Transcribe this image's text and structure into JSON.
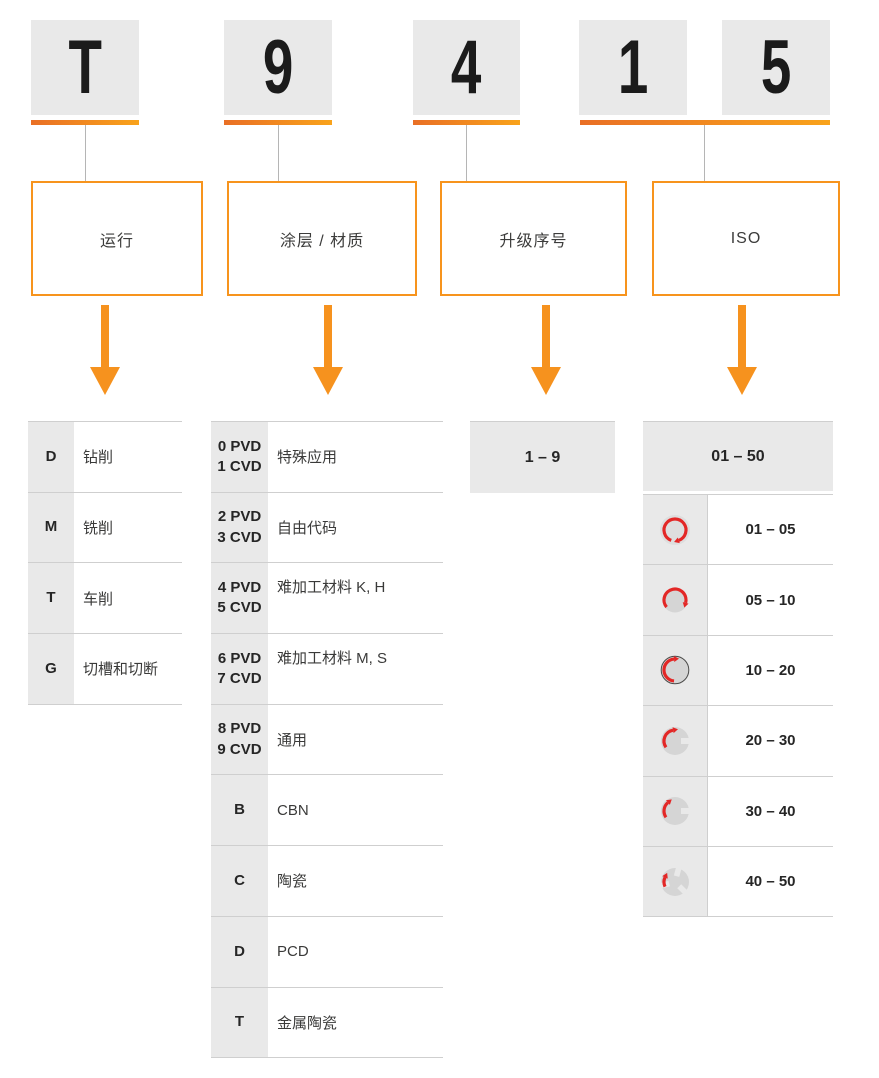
{
  "colors": {
    "accent_orange": "#f7941d",
    "bar_gradient_left": "#e96f25",
    "bar_gradient_right": "#f9a31b",
    "cell_gray": "#e9e9e9",
    "divider_gray": "#cfcfcf",
    "icon_red": "#e32726",
    "text_dark": "#262626"
  },
  "code_letters": [
    "T",
    "9",
    "4",
    "1",
    "5"
  ],
  "columns": [
    {
      "label": "运行",
      "rows": [
        {
          "key": "D",
          "value": "钻削"
        },
        {
          "key": "M",
          "value": "铣削"
        },
        {
          "key": "T",
          "value": "车削"
        },
        {
          "key": "G",
          "value": "切槽和切断"
        }
      ]
    },
    {
      "label": "涂层 / 材质",
      "rows": [
        {
          "key": "0 PVD\n1 CVD",
          "value": "特殊应用"
        },
        {
          "key": "2 PVD\n3 CVD",
          "value": "自由代码"
        },
        {
          "key": "4 PVD\n5 CVD",
          "value": "难加工材料 K, H"
        },
        {
          "key": "6 PVD\n7 CVD",
          "value": "难加工材料 M, S"
        },
        {
          "key": "8 PVD\n9 CVD",
          "value": "通用"
        },
        {
          "key": "B",
          "value": "CBN"
        },
        {
          "key": "C",
          "value": "陶瓷"
        },
        {
          "key": "D",
          "value": "PCD"
        },
        {
          "key": "T",
          "value": "金属陶瓷"
        }
      ]
    },
    {
      "label": "升级序号",
      "range": "1 – 9"
    },
    {
      "label": "ISO",
      "header": "01 – 50",
      "rows": [
        {
          "icon": "rotation-full-circle-icon",
          "value": "01 – 05"
        },
        {
          "icon": "rotation-three-quarter-icon",
          "value": "05 – 10"
        },
        {
          "icon": "rotation-half-outlined-icon",
          "value": "10 – 20"
        },
        {
          "icon": "rotation-quarter-notched-icon",
          "value": "20 – 30"
        },
        {
          "icon": "rotation-eighth-notched-icon",
          "value": "30 – 40"
        },
        {
          "icon": "rotation-minimal-pinwheel-icon",
          "value": "40 – 50"
        }
      ]
    }
  ]
}
